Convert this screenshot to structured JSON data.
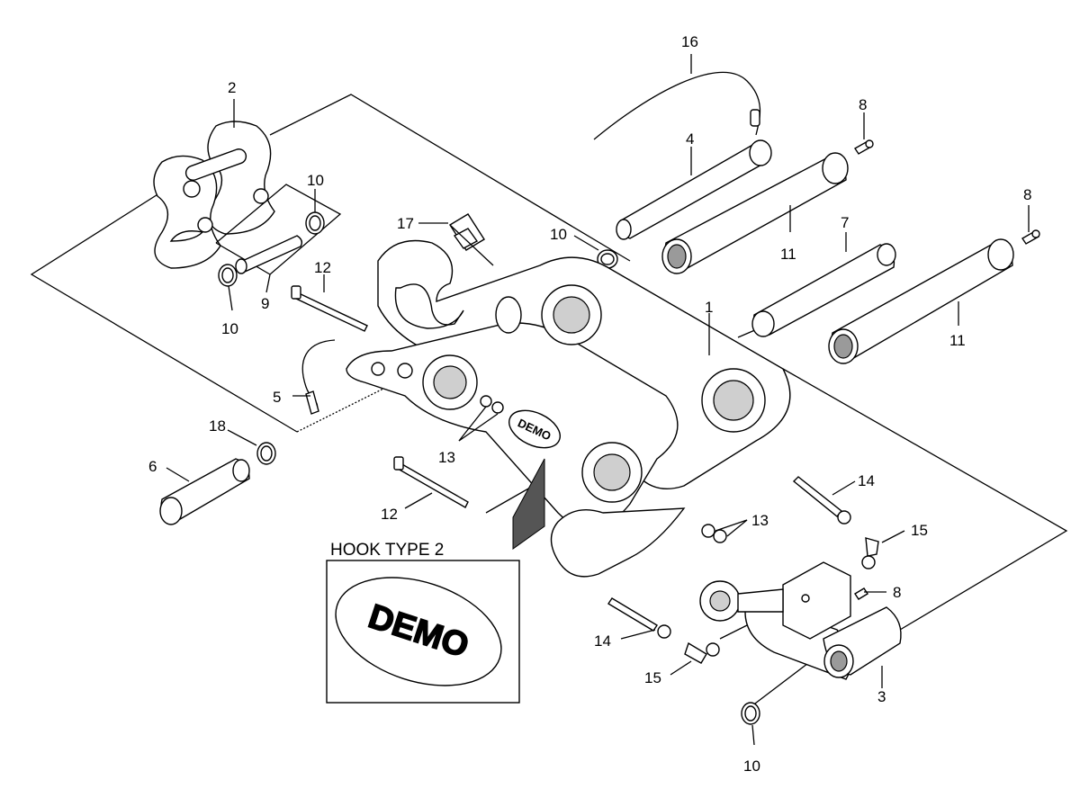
{
  "inset": {
    "title": "HOOK TYPE 2",
    "logo_text": "DEMO"
  },
  "logo_text_main": "DEMO",
  "callouts": [
    {
      "id": "c1",
      "label": "1"
    },
    {
      "id": "c2",
      "label": "2"
    },
    {
      "id": "c3",
      "label": "3"
    },
    {
      "id": "c4",
      "label": "4"
    },
    {
      "id": "c5",
      "label": "5"
    },
    {
      "id": "c6",
      "label": "6"
    },
    {
      "id": "c7",
      "label": "7"
    },
    {
      "id": "c8a",
      "label": "8"
    },
    {
      "id": "c8b",
      "label": "8"
    },
    {
      "id": "c8c",
      "label": "8"
    },
    {
      "id": "c9",
      "label": "9"
    },
    {
      "id": "c10a",
      "label": "10"
    },
    {
      "id": "c10b",
      "label": "10"
    },
    {
      "id": "c10c",
      "label": "10"
    },
    {
      "id": "c10d",
      "label": "10"
    },
    {
      "id": "c11a",
      "label": "11"
    },
    {
      "id": "c11b",
      "label": "11"
    },
    {
      "id": "c12a",
      "label": "12"
    },
    {
      "id": "c12b",
      "label": "12"
    },
    {
      "id": "c13a",
      "label": "13"
    },
    {
      "id": "c13b",
      "label": "13"
    },
    {
      "id": "c14a",
      "label": "14"
    },
    {
      "id": "c14b",
      "label": "14"
    },
    {
      "id": "c15a",
      "label": "15"
    },
    {
      "id": "c15b",
      "label": "15"
    },
    {
      "id": "c16",
      "label": "16"
    },
    {
      "id": "c17",
      "label": "17"
    },
    {
      "id": "c18",
      "label": "18"
    }
  ]
}
